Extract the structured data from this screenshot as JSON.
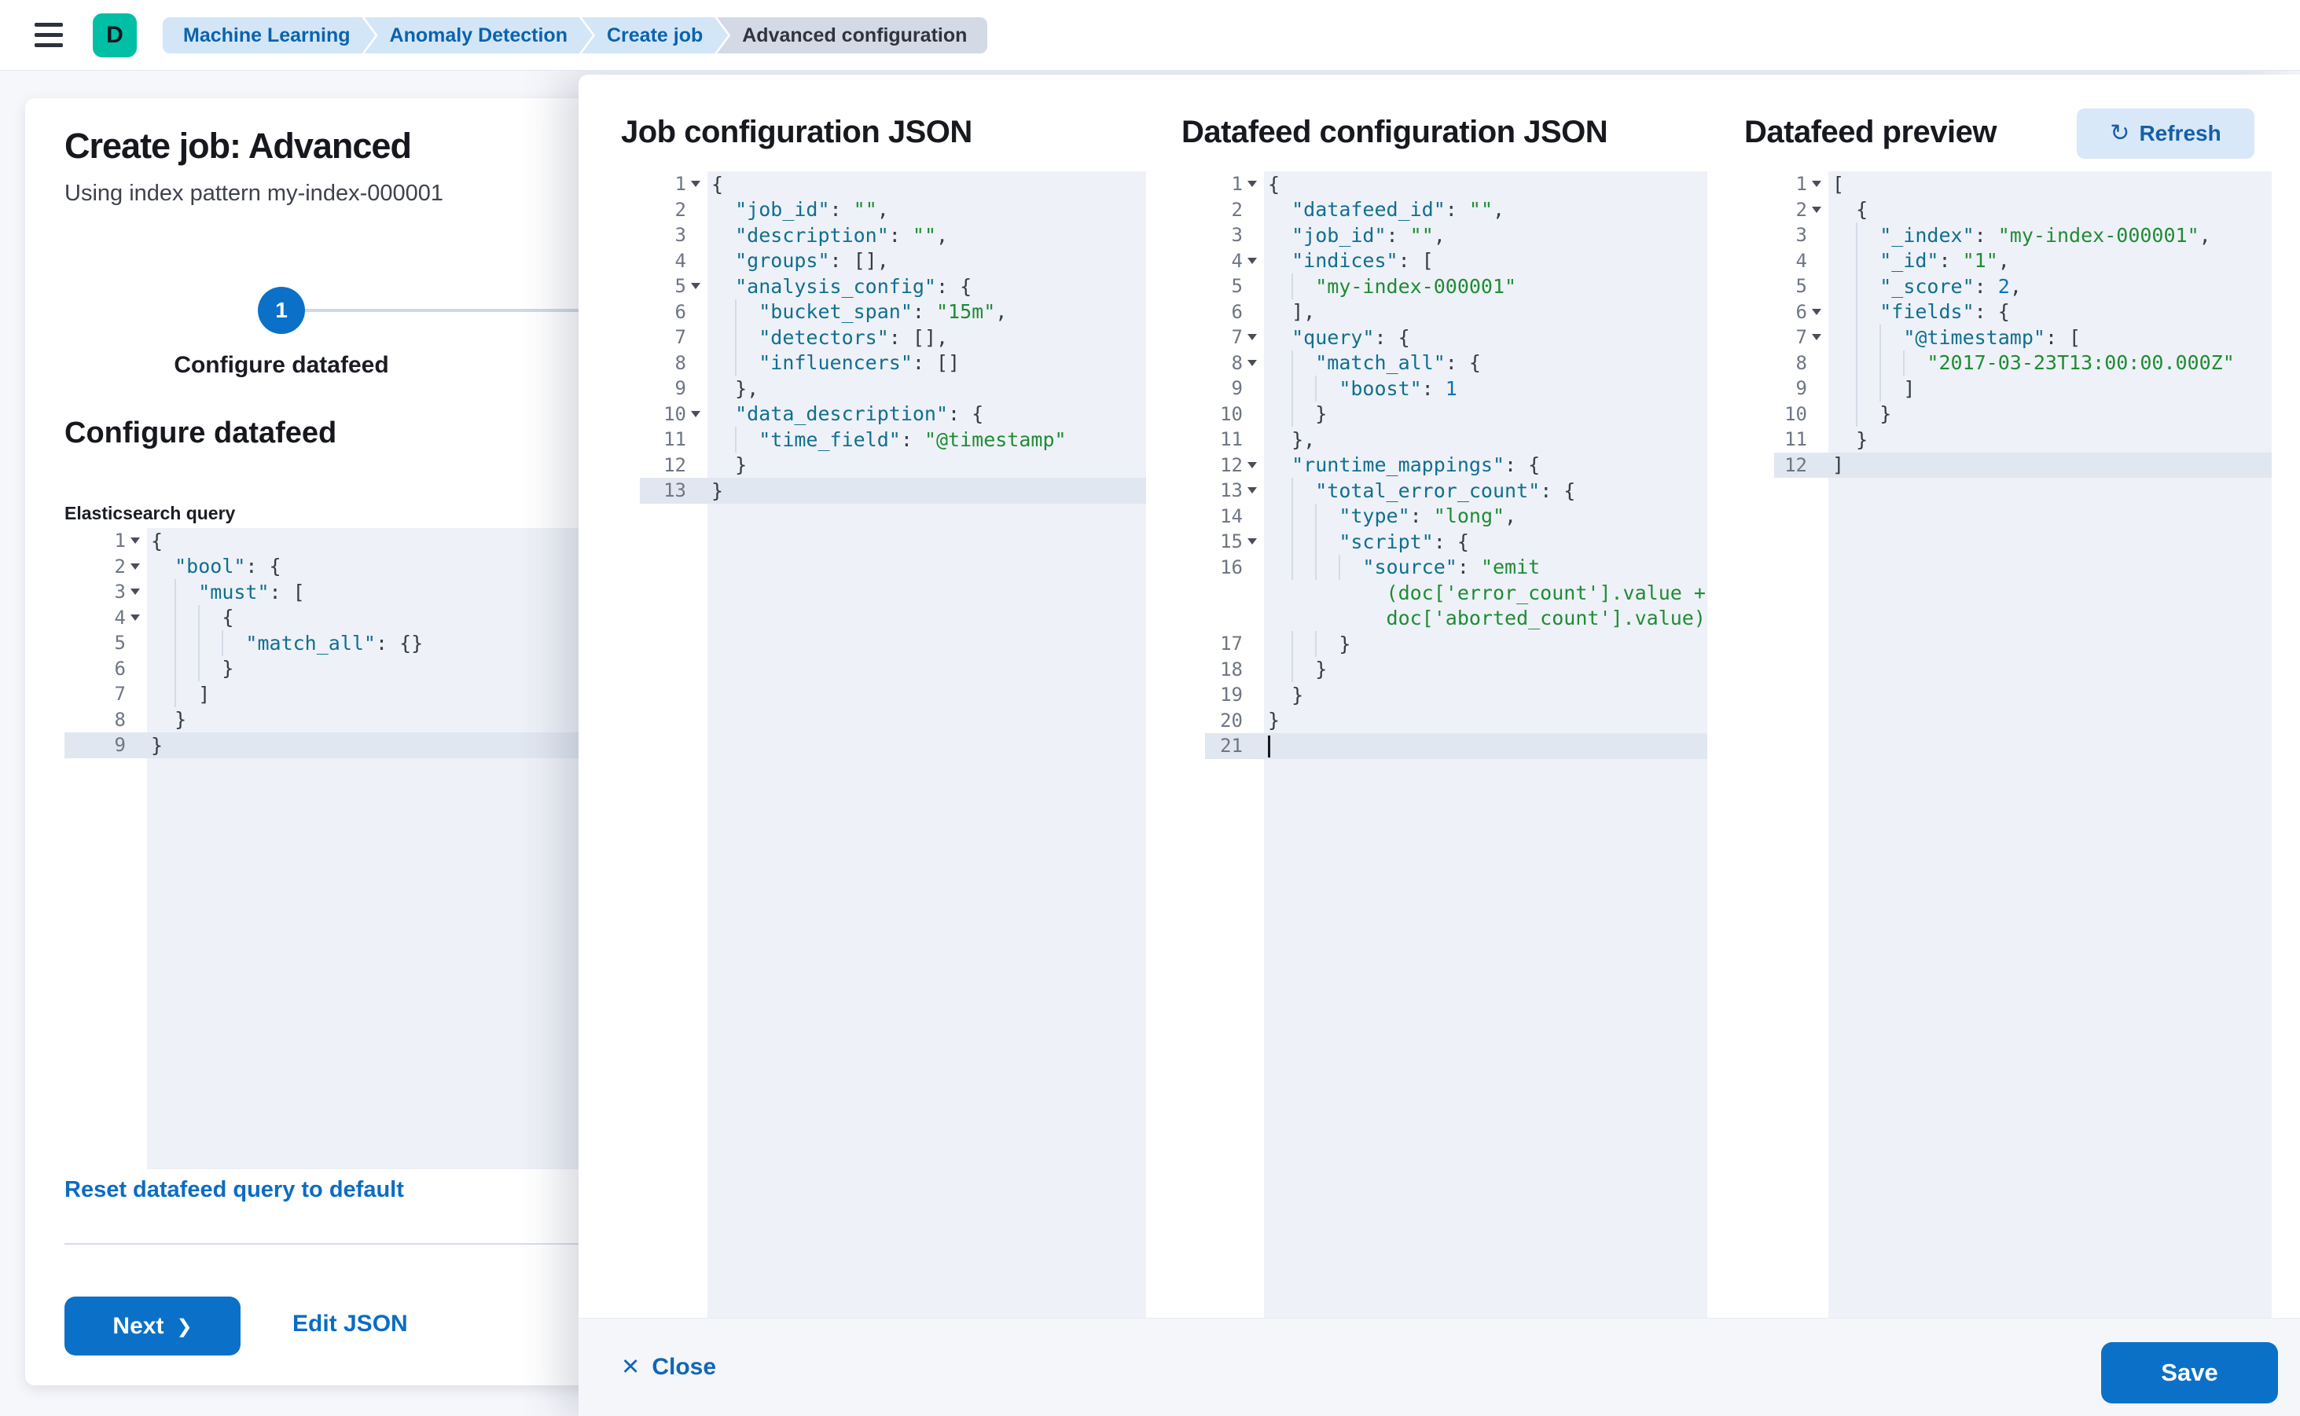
{
  "topbar": {
    "avatar": "D",
    "breadcrumbs": [
      {
        "label": "Machine Learning",
        "style": "blue"
      },
      {
        "label": "Anomaly Detection",
        "style": "blue"
      },
      {
        "label": "Create job",
        "style": "blue"
      },
      {
        "label": "Advanced configuration",
        "style": "gray"
      }
    ]
  },
  "panel": {
    "title": "Create job: Advanced",
    "subtitle": "Using index pattern my-index-000001",
    "step_number": "1",
    "step_label": "Configure datafeed",
    "section_heading": "Configure datafeed",
    "query_label": "Elasticsearch query",
    "reset_link": "Reset datafeed query to default",
    "next_button": "Next",
    "next_chevron": "❯",
    "edit_json_link": "Edit JSON"
  },
  "flyout": {
    "columns": [
      {
        "title": "Job configuration JSON"
      },
      {
        "title": "Datafeed configuration JSON"
      },
      {
        "title": "Datafeed preview"
      }
    ],
    "refresh_button": "Refresh",
    "refresh_icon": "↻",
    "close_button": "Close",
    "close_icon": "✕",
    "save_button": "Save"
  },
  "colors": {
    "accent_blue": "#0b71c8",
    "link_blue": "#0b6cc4",
    "avatar_teal": "#00bfa5",
    "code_key": "#116f90",
    "code_string": "#1f8c35",
    "code_number": "#0e72b8",
    "active_line": "#e1e7f0"
  },
  "editors": {
    "es_query": {
      "lines": [
        {
          "n": "1",
          "fold": true,
          "ind": 0,
          "tokens": [
            [
              "p",
              "{"
            ]
          ]
        },
        {
          "n": "2",
          "fold": true,
          "ind": 2,
          "tokens": [
            [
              "k",
              "\"bool\""
            ],
            [
              "p",
              ": {"
            ]
          ]
        },
        {
          "n": "3",
          "fold": true,
          "ind": 4,
          "tokens": [
            [
              "k",
              "\"must\""
            ],
            [
              "p",
              ": ["
            ]
          ]
        },
        {
          "n": "4",
          "fold": true,
          "ind": 6,
          "tokens": [
            [
              "p",
              "{"
            ]
          ]
        },
        {
          "n": "5",
          "ind": 8,
          "tokens": [
            [
              "k",
              "\"match_all\""
            ],
            [
              "p",
              ": {}"
            ]
          ]
        },
        {
          "n": "6",
          "ind": 6,
          "tokens": [
            [
              "p",
              "}"
            ]
          ]
        },
        {
          "n": "7",
          "ind": 4,
          "tokens": [
            [
              "p",
              "]"
            ]
          ]
        },
        {
          "n": "8",
          "ind": 2,
          "tokens": [
            [
              "p",
              "}"
            ]
          ]
        },
        {
          "n": "9",
          "ind": 0,
          "active": true,
          "tokens": [
            [
              "p",
              "}"
            ]
          ]
        }
      ]
    },
    "job_config": {
      "lines": [
        {
          "n": "1",
          "fold": true,
          "ind": 0,
          "tokens": [
            [
              "p",
              "{"
            ]
          ]
        },
        {
          "n": "2",
          "ind": 2,
          "tokens": [
            [
              "k",
              "\"job_id\""
            ],
            [
              "p",
              ": "
            ],
            [
              "s",
              "\"\""
            ],
            [
              "p",
              ","
            ]
          ]
        },
        {
          "n": "3",
          "ind": 2,
          "tokens": [
            [
              "k",
              "\"description\""
            ],
            [
              "p",
              ": "
            ],
            [
              "s",
              "\"\""
            ],
            [
              "p",
              ","
            ]
          ]
        },
        {
          "n": "4",
          "ind": 2,
          "tokens": [
            [
              "k",
              "\"groups\""
            ],
            [
              "p",
              ": [],"
            ]
          ]
        },
        {
          "n": "5",
          "fold": true,
          "ind": 2,
          "tokens": [
            [
              "k",
              "\"analysis_config\""
            ],
            [
              "p",
              ": {"
            ]
          ]
        },
        {
          "n": "6",
          "ind": 4,
          "tokens": [
            [
              "k",
              "\"bucket_span\""
            ],
            [
              "p",
              ": "
            ],
            [
              "s",
              "\"15m\""
            ],
            [
              "p",
              ","
            ]
          ]
        },
        {
          "n": "7",
          "ind": 4,
          "tokens": [
            [
              "k",
              "\"detectors\""
            ],
            [
              "p",
              ": [],"
            ]
          ]
        },
        {
          "n": "8",
          "ind": 4,
          "tokens": [
            [
              "k",
              "\"influencers\""
            ],
            [
              "p",
              ": []"
            ]
          ]
        },
        {
          "n": "9",
          "ind": 2,
          "tokens": [
            [
              "p",
              "},"
            ]
          ]
        },
        {
          "n": "10",
          "fold": true,
          "ind": 2,
          "tokens": [
            [
              "k",
              "\"data_description\""
            ],
            [
              "p",
              ": {"
            ]
          ]
        },
        {
          "n": "11",
          "ind": 4,
          "tokens": [
            [
              "k",
              "\"time_field\""
            ],
            [
              "p",
              ": "
            ],
            [
              "s",
              "\"@timestamp\""
            ]
          ]
        },
        {
          "n": "12",
          "ind": 2,
          "tokens": [
            [
              "p",
              "}"
            ]
          ]
        },
        {
          "n": "13",
          "ind": 0,
          "active": true,
          "tokens": [
            [
              "p",
              "}"
            ]
          ]
        }
      ]
    },
    "datafeed_config": {
      "lines": [
        {
          "n": "1",
          "fold": true,
          "ind": 0,
          "tokens": [
            [
              "p",
              "{"
            ]
          ]
        },
        {
          "n": "2",
          "ind": 2,
          "tokens": [
            [
              "k",
              "\"datafeed_id\""
            ],
            [
              "p",
              ": "
            ],
            [
              "s",
              "\"\""
            ],
            [
              "p",
              ","
            ]
          ]
        },
        {
          "n": "3",
          "ind": 2,
          "tokens": [
            [
              "k",
              "\"job_id\""
            ],
            [
              "p",
              ": "
            ],
            [
              "s",
              "\"\""
            ],
            [
              "p",
              ","
            ]
          ]
        },
        {
          "n": "4",
          "fold": true,
          "ind": 2,
          "tokens": [
            [
              "k",
              "\"indices\""
            ],
            [
              "p",
              ": ["
            ]
          ]
        },
        {
          "n": "5",
          "ind": 4,
          "tokens": [
            [
              "s",
              "\"my-index-000001\""
            ]
          ]
        },
        {
          "n": "6",
          "ind": 2,
          "tokens": [
            [
              "p",
              "],"
            ]
          ]
        },
        {
          "n": "7",
          "fold": true,
          "ind": 2,
          "tokens": [
            [
              "k",
              "\"query\""
            ],
            [
              "p",
              ": {"
            ]
          ]
        },
        {
          "n": "8",
          "fold": true,
          "ind": 4,
          "tokens": [
            [
              "k",
              "\"match_all\""
            ],
            [
              "p",
              ": {"
            ]
          ]
        },
        {
          "n": "9",
          "ind": 6,
          "tokens": [
            [
              "k",
              "\"boost\""
            ],
            [
              "p",
              ": "
            ],
            [
              "n2",
              "1"
            ]
          ]
        },
        {
          "n": "10",
          "ind": 4,
          "tokens": [
            [
              "p",
              "}"
            ]
          ]
        },
        {
          "n": "11",
          "ind": 2,
          "tokens": [
            [
              "p",
              "},"
            ]
          ]
        },
        {
          "n": "12",
          "fold": true,
          "ind": 2,
          "tokens": [
            [
              "k",
              "\"runtime_mappings\""
            ],
            [
              "p",
              ": {"
            ]
          ]
        },
        {
          "n": "13",
          "fold": true,
          "ind": 4,
          "tokens": [
            [
              "k",
              "\"total_error_count\""
            ],
            [
              "p",
              ": {"
            ]
          ]
        },
        {
          "n": "14",
          "ind": 6,
          "tokens": [
            [
              "k",
              "\"type\""
            ],
            [
              "p",
              ": "
            ],
            [
              "s",
              "\"long\""
            ],
            [
              "p",
              ","
            ]
          ]
        },
        {
          "n": "15",
          "fold": true,
          "ind": 6,
          "tokens": [
            [
              "k",
              "\"script\""
            ],
            [
              "p",
              ": {"
            ]
          ]
        },
        {
          "n": "16",
          "ind": 8,
          "tokens": [
            [
              "k",
              "\"source\""
            ],
            [
              "p",
              ": "
            ],
            [
              "s",
              "\"emit"
            ]
          ]
        },
        {
          "n": "",
          "cont": true,
          "ind": 10,
          "tokens": [
            [
              "s",
              "(doc['error_count'].value +"
            ]
          ]
        },
        {
          "n": "",
          "cont": true,
          "ind": 10,
          "tokens": [
            [
              "s",
              "doc['aborted_count'].value)\""
            ]
          ]
        },
        {
          "n": "17",
          "ind": 6,
          "tokens": [
            [
              "p",
              "}"
            ]
          ]
        },
        {
          "n": "18",
          "ind": 4,
          "tokens": [
            [
              "p",
              "}"
            ]
          ]
        },
        {
          "n": "19",
          "ind": 2,
          "tokens": [
            [
              "p",
              "}"
            ]
          ]
        },
        {
          "n": "20",
          "ind": 0,
          "tokens": [
            [
              "p",
              "}"
            ]
          ]
        },
        {
          "n": "21",
          "ind": 0,
          "active": true,
          "tokens": [
            [
              "cur",
              ""
            ]
          ]
        }
      ]
    },
    "preview": {
      "lines": [
        {
          "n": "1",
          "fold": true,
          "ind": 0,
          "tokens": [
            [
              "p",
              "["
            ]
          ]
        },
        {
          "n": "2",
          "fold": true,
          "ind": 2,
          "tokens": [
            [
              "p",
              "{"
            ]
          ]
        },
        {
          "n": "3",
          "ind": 4,
          "tokens": [
            [
              "k",
              "\"_index\""
            ],
            [
              "p",
              ": "
            ],
            [
              "s",
              "\"my-index-000001\""
            ],
            [
              "p",
              ","
            ]
          ]
        },
        {
          "n": "4",
          "ind": 4,
          "tokens": [
            [
              "k",
              "\"_id\""
            ],
            [
              "p",
              ": "
            ],
            [
              "s",
              "\"1\""
            ],
            [
              "p",
              ","
            ]
          ]
        },
        {
          "n": "5",
          "ind": 4,
          "tokens": [
            [
              "k",
              "\"_score\""
            ],
            [
              "p",
              ": "
            ],
            [
              "n2",
              "2"
            ],
            [
              "p",
              ","
            ]
          ]
        },
        {
          "n": "6",
          "fold": true,
          "ind": 4,
          "tokens": [
            [
              "k",
              "\"fields\""
            ],
            [
              "p",
              ": {"
            ]
          ]
        },
        {
          "n": "7",
          "fold": true,
          "ind": 6,
          "tokens": [
            [
              "k",
              "\"@timestamp\""
            ],
            [
              "p",
              ": ["
            ]
          ]
        },
        {
          "n": "8",
          "ind": 8,
          "tokens": [
            [
              "s",
              "\"2017-03-23T13:00:00.000Z\""
            ]
          ]
        },
        {
          "n": "9",
          "ind": 6,
          "tokens": [
            [
              "p",
              "]"
            ]
          ]
        },
        {
          "n": "10",
          "ind": 4,
          "tokens": [
            [
              "p",
              "}"
            ]
          ]
        },
        {
          "n": "11",
          "ind": 2,
          "tokens": [
            [
              "p",
              "}"
            ]
          ]
        },
        {
          "n": "12",
          "ind": 0,
          "active": true,
          "tokens": [
            [
              "p",
              "]"
            ]
          ]
        }
      ]
    }
  }
}
